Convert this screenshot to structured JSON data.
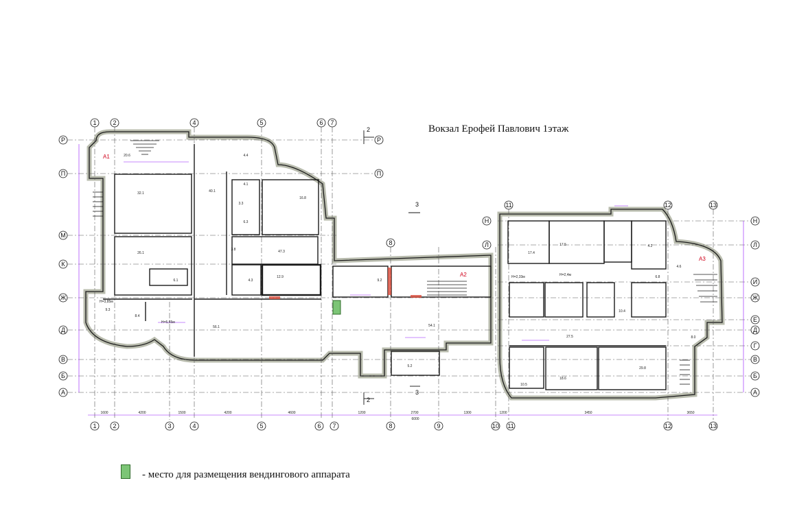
{
  "title": "Вокзал Ерофей Павлович 1этаж",
  "legend": {
    "text": "- место для размещения вендингового аппарата",
    "swatch_color": "#7cc576"
  },
  "grid": {
    "columns": [
      "1",
      "2",
      "3",
      "4",
      "5",
      "6",
      "7",
      "8",
      "9",
      "10",
      "11",
      "12",
      "13"
    ],
    "rows_left": [
      "Р",
      "П",
      "М",
      "К",
      "Ж",
      "Д",
      "В",
      "Б",
      "А"
    ],
    "rows_right": [
      "Н",
      "Л",
      "И",
      "Ж",
      "Е",
      "Д",
      "Г",
      "В",
      "Б",
      "А"
    ],
    "center_rows": [
      "П",
      "Р"
    ]
  },
  "zones": [
    "А1",
    "А2",
    "А3"
  ],
  "section_marks": [
    "2",
    "3"
  ],
  "rooms": [
    "20.6",
    "32.1",
    "4.4",
    "4.1",
    "3.3",
    "6.3",
    "16.8",
    "40.1",
    "47.3",
    "26.1",
    "6.1",
    "4.3",
    "3.8",
    "56.1",
    "9.3",
    "8.4",
    "12.9",
    "9.2",
    "54.1",
    "5.2",
    "17.4",
    "17.5",
    "10.4",
    "6.8",
    "4.6",
    "27.5",
    "18.6",
    "10.5",
    "29.8",
    "4.2",
    "8.0"
  ],
  "notes": {
    "h1": "Н=3,85м",
    "h2": "Н=5,65м",
    "h3": "Н=2,33м",
    "h4": "Н=2,4м",
    "dims": [
      "1600",
      "4200",
      "1500",
      "4200",
      "4600",
      "6000",
      "1200",
      "2700",
      "1300",
      "1200",
      "3450",
      "3650"
    ]
  },
  "colors": {
    "wall": "#1a1a1a",
    "insulation": "#b9bcae",
    "dim": "#9013fe",
    "zone": "#d0021b",
    "vending": "#7cc576"
  }
}
